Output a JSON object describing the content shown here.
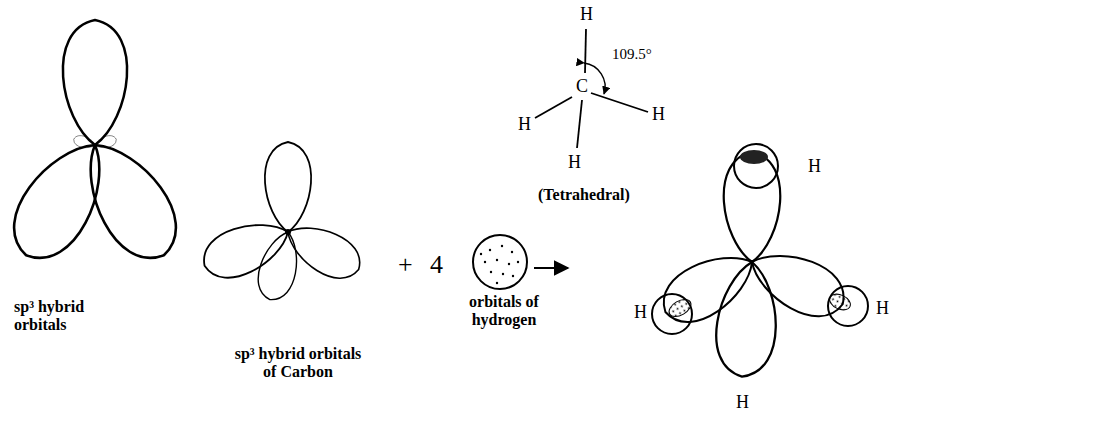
{
  "diagram": {
    "labels": [
      "sp³ hybrid orbitals",
      "sp³ hybrid orbitals of Carbon",
      "+",
      "4",
      "orbitals of hydrogen",
      "H",
      "C",
      "109.5°",
      "H",
      "H",
      "H",
      "(Tetrahedral)",
      "H",
      "H",
      "H",
      "H"
    ]
  }
}
